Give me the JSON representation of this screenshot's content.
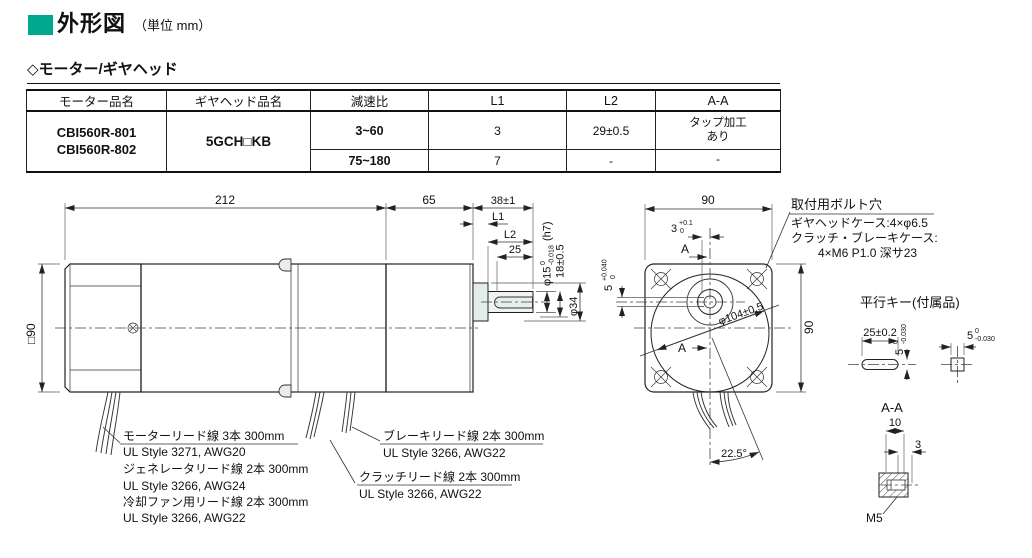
{
  "header": {
    "title": "外形図",
    "unit_note": "（単位 mm）",
    "subtitle": "◇モーター/ギヤヘッド",
    "accent_color": "#00a88f"
  },
  "table": {
    "headers": [
      "モーター品名",
      "ギヤヘッド品名",
      "減速比",
      "L1",
      "L2",
      "A-A"
    ],
    "motor_name_1": "CBI560R-801",
    "motor_name_2": "CBI560R-802",
    "gearhead_name": "5GCH□KB",
    "rows": [
      {
        "ratio": "3~60",
        "l1": "3",
        "l2": "29±0.5",
        "aa_line1": "タップ加工",
        "aa_line2": "あり"
      },
      {
        "ratio": "75~180",
        "l1": "7",
        "l2": "-",
        "aa": "-"
      }
    ]
  },
  "drawing": {
    "colors": {
      "motor_fill": "#ececec",
      "gearhead_fill": "#e2efe8",
      "front_fill": "#dfeee7"
    },
    "side": {
      "len_total": "212",
      "len_gear": "65",
      "len_shaft": "38±1",
      "l1": "L1",
      "l2": "L2",
      "key_len": "25",
      "frame": "□90",
      "shaft_d": "φ15",
      "shaft_tol_top": "0",
      "shaft_tol_bot": "-0.018",
      "shaft_fit": "(h7)",
      "dim18": "18±0.5",
      "boss_d": "φ34"
    },
    "front": {
      "dim_90": "90",
      "off": "3",
      "off_top": "+0.1",
      "off_bot": "0",
      "keyw": "5",
      "keyw_top": "+0.040",
      "keyw_bot": "0",
      "pilot": "φ104±0.5",
      "angle": "22.5°",
      "section": "A"
    },
    "callout_bolt": {
      "title": "取付用ボルト穴",
      "line1": "ギヤヘッドケース:4×φ6.5",
      "line2": "クラッチ・ブレーキケース:",
      "line3": "4×M6 P1.0 深サ23"
    },
    "key": {
      "title": "平行キー(付属品)",
      "len": "25±0.2",
      "size": "5",
      "tol_top": "0",
      "tol_bot": "-0.030"
    },
    "section": {
      "title": "A-A",
      "w": "10",
      "off": "3",
      "tap": "M5"
    },
    "leads": {
      "motor": [
        "モーターリード線 3本 300mm",
        "UL Style 3271, AWG20",
        "ジェネレータリード線 2本 300mm",
        "UL Style 3266, AWG24",
        "冷却ファン用リード線 2本 300mm",
        "UL Style 3266, AWG22"
      ],
      "brake": [
        "ブレーキリード線 2本 300mm",
        "UL Style 3266, AWG22"
      ],
      "clutch": [
        "クラッチリード線 2本 300mm",
        "UL Style 3266, AWG22"
      ]
    }
  }
}
